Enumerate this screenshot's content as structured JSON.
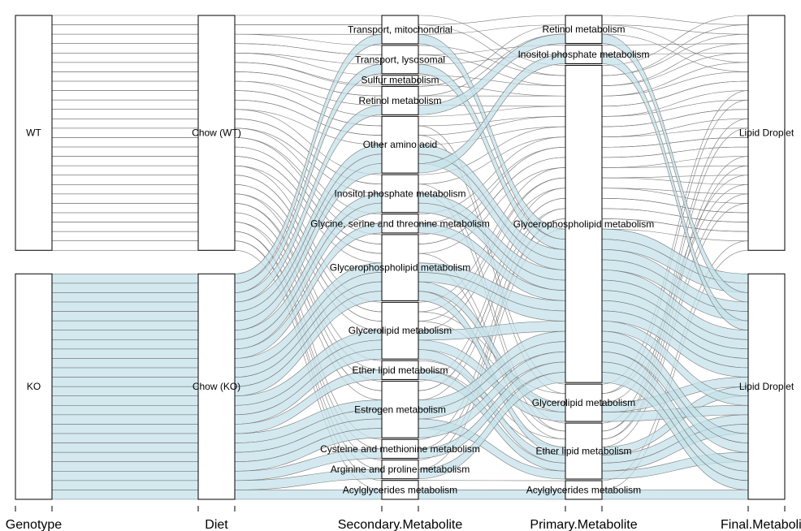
{
  "chart_data": {
    "type": "alluvial",
    "axes": [
      "Genotype",
      "Diet",
      "Secondary.Metabolite",
      "Primary.Metabolite",
      "Final.Metabolite"
    ],
    "color_key_axis": "Genotype",
    "highlight_color": "#c4e2ea",
    "stroke_color": "#7a7a7a",
    "strata": {
      "Genotype": [
        {
          "label": "WT",
          "weight": 25
        },
        {
          "label": "KO",
          "weight": 24
        }
      ],
      "Diet": [
        {
          "label": "Chow (WT)",
          "weight": 25
        },
        {
          "label": "Chow (KO)",
          "weight": 24
        }
      ],
      "Secondary.Metabolite": [
        {
          "label": "Transport, mitochondrial",
          "weight": 3
        },
        {
          "label": "Transport, lysosomal",
          "weight": 3
        },
        {
          "label": "Sulfur metabolism",
          "weight": 1
        },
        {
          "label": "Retinol metabolism",
          "weight": 3
        },
        {
          "label": "Other amino acid",
          "weight": 6
        },
        {
          "label": "Inositol phosphate metabolism",
          "weight": 4
        },
        {
          "label": "Glycine, serine and threonine metabolism",
          "weight": 2
        },
        {
          "label": "Glycerophospholipid metabolism",
          "weight": 7
        },
        {
          "label": "Glycerolipid metabolism",
          "weight": 6
        },
        {
          "label": "Ether lipid metabolism",
          "weight": 2
        },
        {
          "label": "Estrogen metabolism",
          "weight": 6
        },
        {
          "label": "Cysteine and methionine metabolism",
          "weight": 2
        },
        {
          "label": "Arginine and proline metabolism",
          "weight": 2
        },
        {
          "label": "Acylglycerides metabolism",
          "weight": 2
        }
      ],
      "Primary.Metabolite": [
        {
          "label": "Retinol metabolism",
          "weight": 3
        },
        {
          "label": "Inositol phosphate metabolism",
          "weight": 2
        },
        {
          "label": "Glycerophospholipid metabolism",
          "weight": 34
        },
        {
          "label": "Glycerolipid metabolism",
          "weight": 4
        },
        {
          "label": "Ether lipid metabolism",
          "weight": 6
        },
        {
          "label": "Acylglycerides metabolism",
          "weight": 2
        }
      ],
      "Final.Metabolite": [
        {
          "label": "Lipid Droplet",
          "weight": 25
        },
        {
          "label": "Lipid Droplet",
          "weight": 24
        }
      ]
    },
    "flows": [
      {
        "Genotype": "WT",
        "Secondary.Metabolite": "Transport, mitochondrial",
        "Primary.Metabolite": "Glycerophospholipid metabolism"
      },
      {
        "Genotype": "WT",
        "Secondary.Metabolite": "Transport, mitochondrial",
        "Primary.Metabolite": "Retinol metabolism"
      },
      {
        "Genotype": "WT",
        "Secondary.Metabolite": "Transport, lysosomal",
        "Primary.Metabolite": "Glycerophospholipid metabolism"
      },
      {
        "Genotype": "WT",
        "Secondary.Metabolite": "Transport, lysosomal",
        "Primary.Metabolite": "Inositol phosphate metabolism"
      },
      {
        "Genotype": "WT",
        "Secondary.Metabolite": "Sulfur metabolism",
        "Primary.Metabolite": "Glycerophospholipid metabolism"
      },
      {
        "Genotype": "WT",
        "Secondary.Metabolite": "Retinol metabolism",
        "Primary.Metabolite": "Retinol metabolism"
      },
      {
        "Genotype": "WT",
        "Secondary.Metabolite": "Retinol metabolism",
        "Primary.Metabolite": "Glycerophospholipid metabolism"
      },
      {
        "Genotype": "WT",
        "Secondary.Metabolite": "Other amino acid",
        "Primary.Metabolite": "Glycerophospholipid metabolism"
      },
      {
        "Genotype": "WT",
        "Secondary.Metabolite": "Other amino acid",
        "Primary.Metabolite": "Glycerolipid metabolism"
      },
      {
        "Genotype": "WT",
        "Secondary.Metabolite": "Other amino acid",
        "Primary.Metabolite": "Glycerophospholipid metabolism"
      },
      {
        "Genotype": "WT",
        "Secondary.Metabolite": "Inositol phosphate metabolism",
        "Primary.Metabolite": "Glycerophospholipid metabolism"
      },
      {
        "Genotype": "WT",
        "Secondary.Metabolite": "Inositol phosphate metabolism",
        "Primary.Metabolite": "Ether lipid metabolism"
      },
      {
        "Genotype": "WT",
        "Secondary.Metabolite": "Glycine, serine and threonine metabolism",
        "Primary.Metabolite": "Glycerophospholipid metabolism"
      },
      {
        "Genotype": "WT",
        "Secondary.Metabolite": "Glycerophospholipid metabolism",
        "Primary.Metabolite": "Glycerophospholipid metabolism"
      },
      {
        "Genotype": "WT",
        "Secondary.Metabolite": "Glycerophospholipid metabolism",
        "Primary.Metabolite": "Glycerophospholipid metabolism"
      },
      {
        "Genotype": "WT",
        "Secondary.Metabolite": "Glycerophospholipid metabolism",
        "Primary.Metabolite": "Ether lipid metabolism"
      },
      {
        "Genotype": "WT",
        "Secondary.Metabolite": "Glycerolipid metabolism",
        "Primary.Metabolite": "Glycerophospholipid metabolism"
      },
      {
        "Genotype": "WT",
        "Secondary.Metabolite": "Glycerolipid metabolism",
        "Primary.Metabolite": "Glycerolipid metabolism"
      },
      {
        "Genotype": "WT",
        "Secondary.Metabolite": "Glycerolipid metabolism",
        "Primary.Metabolite": "Glycerophospholipid metabolism"
      },
      {
        "Genotype": "WT",
        "Secondary.Metabolite": "Ether lipid metabolism",
        "Primary.Metabolite": "Ether lipid metabolism"
      },
      {
        "Genotype": "WT",
        "Secondary.Metabolite": "Estrogen metabolism",
        "Primary.Metabolite": "Glycerophospholipid metabolism"
      },
      {
        "Genotype": "WT",
        "Secondary.Metabolite": "Estrogen metabolism",
        "Primary.Metabolite": "Glycerophospholipid metabolism"
      },
      {
        "Genotype": "WT",
        "Secondary.Metabolite": "Cysteine and methionine metabolism",
        "Primary.Metabolite": "Glycerophospholipid metabolism"
      },
      {
        "Genotype": "WT",
        "Secondary.Metabolite": "Arginine and proline metabolism",
        "Primary.Metabolite": "Glycerophospholipid metabolism"
      },
      {
        "Genotype": "WT",
        "Secondary.Metabolite": "Acylglycerides metabolism",
        "Primary.Metabolite": "Acylglycerides metabolism"
      },
      {
        "Genotype": "KO",
        "Secondary.Metabolite": "Transport, mitochondrial",
        "Primary.Metabolite": "Glycerophospholipid metabolism"
      },
      {
        "Genotype": "KO",
        "Secondary.Metabolite": "Transport, lysosomal",
        "Primary.Metabolite": "Glycerophospholipid metabolism"
      },
      {
        "Genotype": "KO",
        "Secondary.Metabolite": "Retinol metabolism",
        "Primary.Metabolite": "Retinol metabolism"
      },
      {
        "Genotype": "KO",
        "Secondary.Metabolite": "Other amino acid",
        "Primary.Metabolite": "Glycerophospholipid metabolism"
      },
      {
        "Genotype": "KO",
        "Secondary.Metabolite": "Other amino acid",
        "Primary.Metabolite": "Glycerophospholipid metabolism"
      },
      {
        "Genotype": "KO",
        "Secondary.Metabolite": "Other amino acid",
        "Primary.Metabolite": "Inositol phosphate metabolism"
      },
      {
        "Genotype": "KO",
        "Secondary.Metabolite": "Inositol phosphate metabolism",
        "Primary.Metabolite": "Glycerophospholipid metabolism"
      },
      {
        "Genotype": "KO",
        "Secondary.Metabolite": "Inositol phosphate metabolism",
        "Primary.Metabolite": "Glycerophospholipid metabolism"
      },
      {
        "Genotype": "KO",
        "Secondary.Metabolite": "Glycine, serine and threonine metabolism",
        "Primary.Metabolite": "Glycerophospholipid metabolism"
      },
      {
        "Genotype": "KO",
        "Secondary.Metabolite": "Glycerophospholipid metabolism",
        "Primary.Metabolite": "Glycerophospholipid metabolism"
      },
      {
        "Genotype": "KO",
        "Secondary.Metabolite": "Glycerophospholipid metabolism",
        "Primary.Metabolite": "Glycerophospholipid metabolism"
      },
      {
        "Genotype": "KO",
        "Secondary.Metabolite": "Glycerophospholipid metabolism",
        "Primary.Metabolite": "Glycerolipid metabolism"
      },
      {
        "Genotype": "KO",
        "Secondary.Metabolite": "Glycerophospholipid metabolism",
        "Primary.Metabolite": "Ether lipid metabolism"
      },
      {
        "Genotype": "KO",
        "Secondary.Metabolite": "Glycerolipid metabolism",
        "Primary.Metabolite": "Glycerophospholipid metabolism"
      },
      {
        "Genotype": "KO",
        "Secondary.Metabolite": "Glycerolipid metabolism",
        "Primary.Metabolite": "Glycerolipid metabolism"
      },
      {
        "Genotype": "KO",
        "Secondary.Metabolite": "Glycerolipid metabolism",
        "Primary.Metabolite": "Ether lipid metabolism"
      },
      {
        "Genotype": "KO",
        "Secondary.Metabolite": "Ether lipid metabolism",
        "Primary.Metabolite": "Ether lipid metabolism"
      },
      {
        "Genotype": "KO",
        "Secondary.Metabolite": "Estrogen metabolism",
        "Primary.Metabolite": "Glycerophospholipid metabolism"
      },
      {
        "Genotype": "KO",
        "Secondary.Metabolite": "Estrogen metabolism",
        "Primary.Metabolite": "Glycerophospholipid metabolism"
      },
      {
        "Genotype": "KO",
        "Secondary.Metabolite": "Estrogen metabolism",
        "Primary.Metabolite": "Ether lipid metabolism"
      },
      {
        "Genotype": "KO",
        "Secondary.Metabolite": "Estrogen metabolism",
        "Primary.Metabolite": "Glycerophospholipid metabolism"
      },
      {
        "Genotype": "KO",
        "Secondary.Metabolite": "Cysteine and methionine metabolism",
        "Primary.Metabolite": "Glycerophospholipid metabolism"
      },
      {
        "Genotype": "KO",
        "Secondary.Metabolite": "Arginine and proline metabolism",
        "Primary.Metabolite": "Glycerophospholipid metabolism"
      },
      {
        "Genotype": "KO",
        "Secondary.Metabolite": "Acylglycerides metabolism",
        "Primary.Metabolite": "Acylglycerides metabolism"
      }
    ]
  }
}
